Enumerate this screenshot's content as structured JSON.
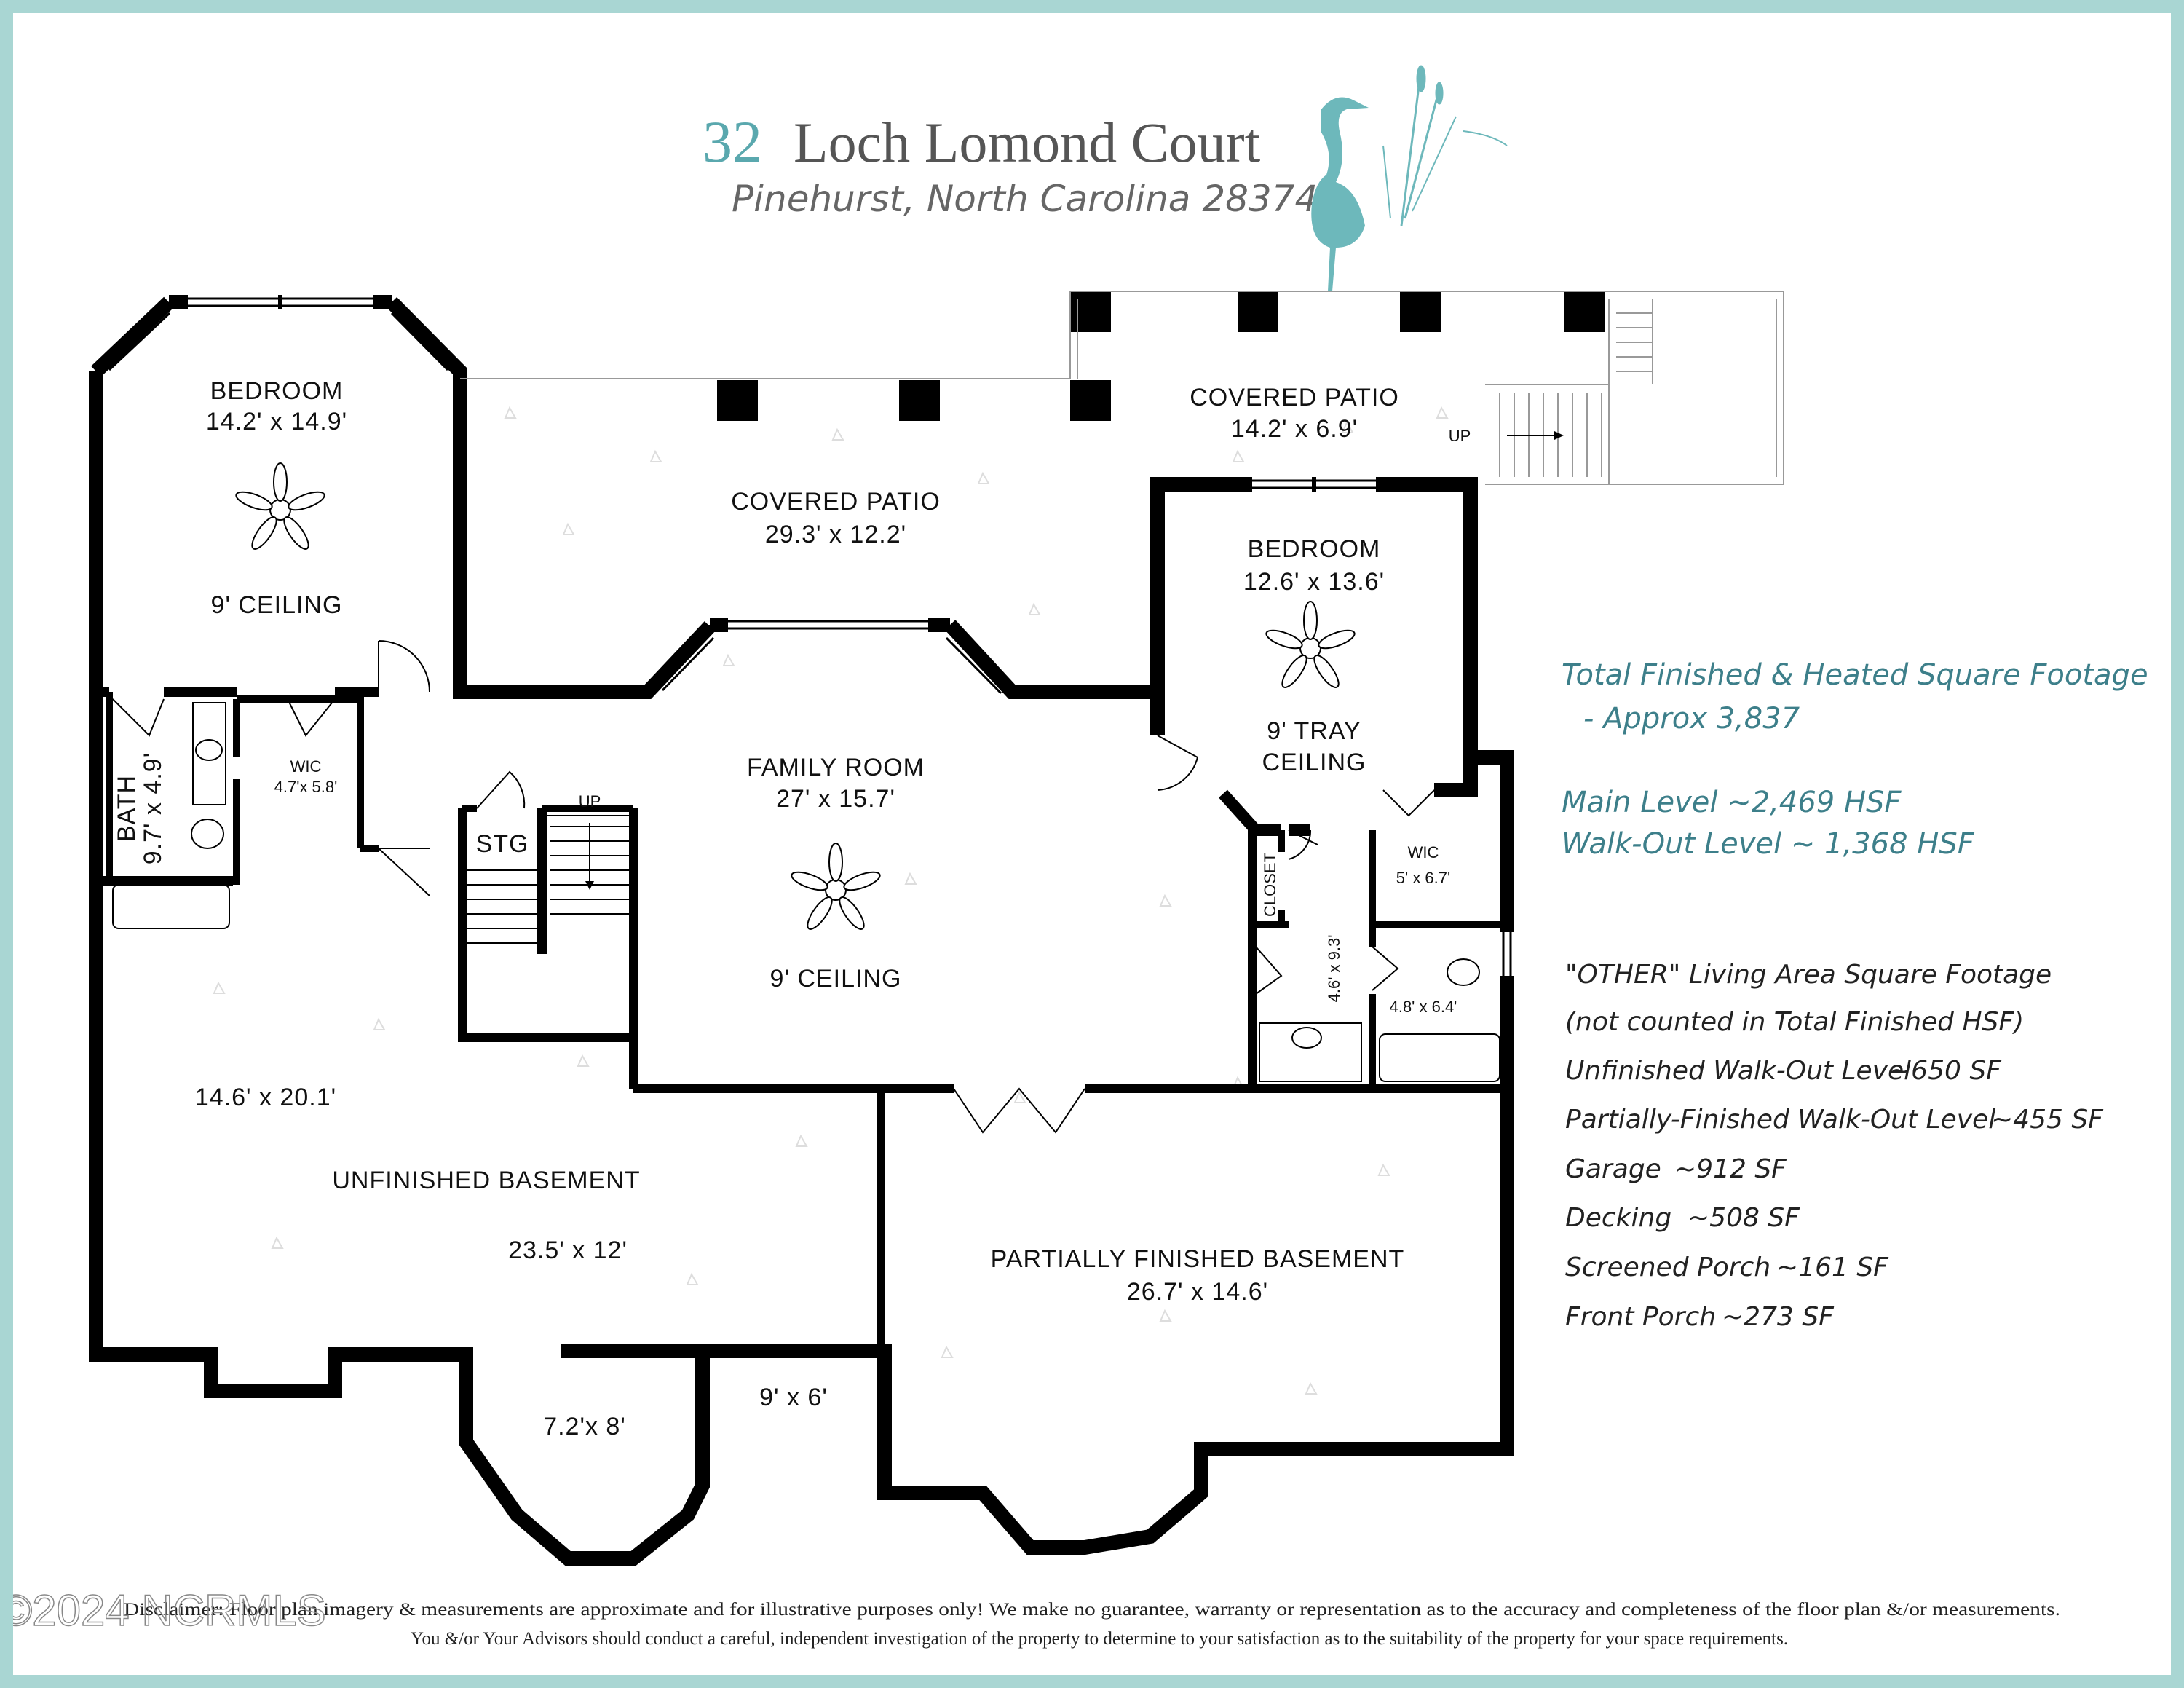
{
  "header": {
    "number": "32",
    "street": "Loch Lomond Court",
    "city_line": "Pinehurst, North Carolina 28374",
    "logo": "heron-logo"
  },
  "rooms": {
    "bedroom_west": {
      "name": "BEDROOM",
      "size": "14.2' x 14.9'",
      "ceiling": "9' CEILING"
    },
    "covered_patio_main": {
      "name": "COVERED PATIO",
      "size": "29.3' x 12.2'"
    },
    "covered_patio_east": {
      "name": "COVERED PATIO",
      "size": "14.2' x 6.9'",
      "stair_label": "UP"
    },
    "bedroom_east": {
      "name": "BEDROOM",
      "size": "12.6' x 13.6'",
      "ceiling_1": "9' TRAY",
      "ceiling_2": "CEILING"
    },
    "bath_west": {
      "name": "BATH",
      "size": "9.7' x 4.9'"
    },
    "wic_west": {
      "name": "WIC",
      "size": "4.7'x 5.8'"
    },
    "stg": {
      "name": "STG",
      "stair_label": "UP"
    },
    "family_room": {
      "name": "FAMILY ROOM",
      "size": "27' x 15.7'",
      "ceiling": "9' CEILING"
    },
    "closet": {
      "name": "CLOSET"
    },
    "wic_east": {
      "name": "WIC",
      "size": "5' x 6.7'"
    },
    "hall_east": {
      "size": "4.6' x 9.3'"
    },
    "bath_east": {
      "size": "4.8' x 6.4'"
    },
    "unfinished_area": {
      "size": "14.6' x 20.1'"
    },
    "unfinished_basement": {
      "name": "UNFINISHED BASEMENT",
      "size": "23.5' x 12'"
    },
    "bay_small": {
      "size": "7.2'x 8'"
    },
    "nook": {
      "size": "9' x 6'"
    },
    "partially_finished": {
      "name": "PARTIALLY FINISHED BASEMENT",
      "size": "26.7' x 14.6'"
    }
  },
  "totals": {
    "line1": "Total Finished & Heated Square Footage",
    "line2": "- Approx 3,837",
    "main_level": "Main Level ~2,469 HSF",
    "walkout_level": "Walk-Out Level ~ 1,368 HSF"
  },
  "other": {
    "title": "\"OTHER\" Living Area Square Footage",
    "subtitle": "(not counted in Total Finished HSF)",
    "items": [
      {
        "label": "Unfinished Walk-Out Level",
        "value": "~650 SF"
      },
      {
        "label": "Partially-Finished Walk-Out Level",
        "value": "~455 SF"
      },
      {
        "label": "Garage",
        "value": "~912 SF"
      },
      {
        "label": "Decking",
        "value": "~508 SF"
      },
      {
        "label": "Screened Porch",
        "value": "~161 SF"
      },
      {
        "label": "Front Porch",
        "value": "~273 SF"
      }
    ]
  },
  "disclaimer": {
    "line1": "Disclaimer: Floor plan imagery & measurements are approximate and for illustrative purposes only! We make no guarantee, warranty or representation as to the accuracy and completeness of the floor plan &/or measurements.",
    "line2": "You &/or Your Advisors should conduct a careful, independent investigation of the property to determine to your satisfaction as to the suitability of the property for your space requirements."
  },
  "watermark": "©2024 NCRMLS",
  "colors": {
    "border": "#a9d6d3",
    "teal": "#3d7f8a",
    "wall": "#000000"
  }
}
